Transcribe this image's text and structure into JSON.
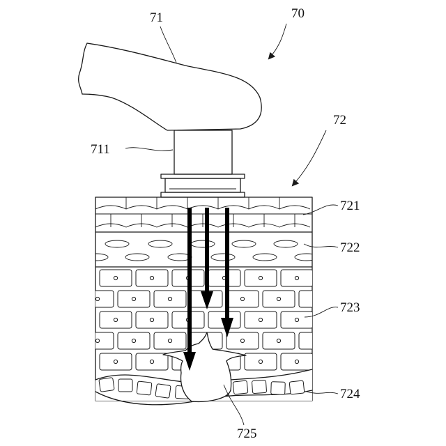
{
  "labels": {
    "device_assembly": "70",
    "handpiece": "71",
    "tip": "711",
    "skin_structure": "72",
    "stratum_corneum": "721",
    "granular_layer": "722",
    "spinous_layer": "723",
    "basal_layer": "724",
    "melanocyte": "725"
  }
}
